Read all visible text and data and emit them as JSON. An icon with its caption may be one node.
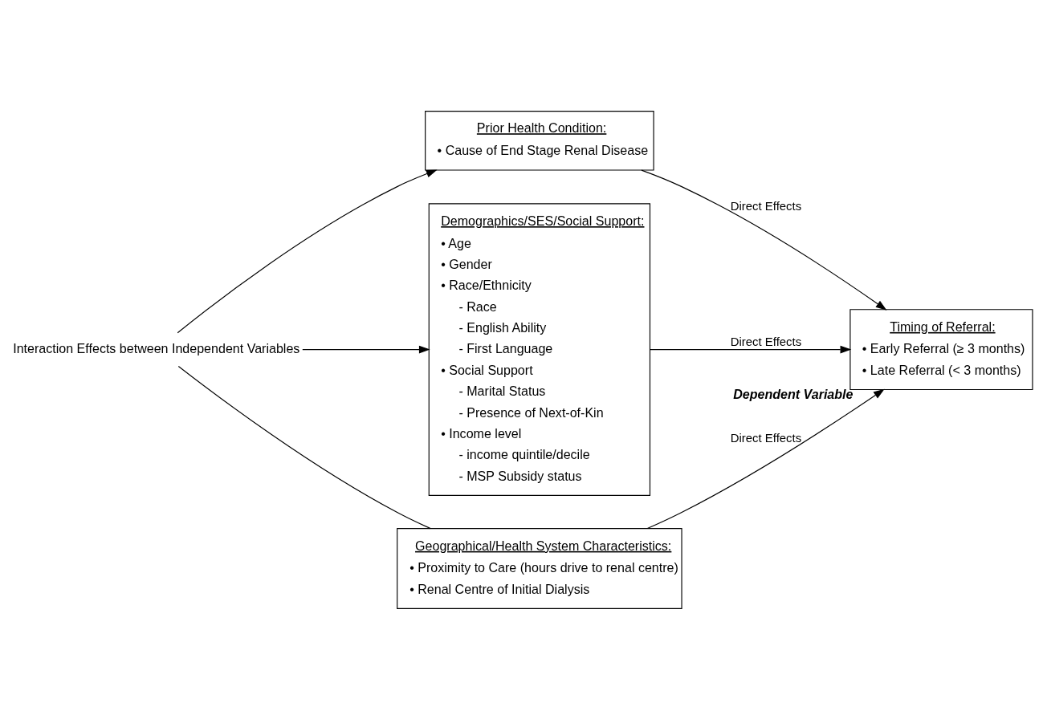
{
  "diagram": {
    "nodes": [
      {
        "text": [
          "Prior Health Condition:",
          "• Cause of End Stage Renal Disease"
        ]
      },
      {
        "text": [
          "Demographics/SES/Social Support:",
          "• Age",
          "• Gender",
          "• Race/Ethnicity",
          "- Race",
          "- English Ability",
          "- First Language",
          "• Social Support",
          "- Marital Status",
          "- Presence of Next-of-Kin",
          "• Income level",
          "- income quintile/decile",
          "- MSP Subsidy status"
        ]
      },
      {
        "text": [
          "Geographical/Health System Characteristics:",
          "• Proximity to Care (hours drive to renal centre)",
          "• Renal Centre of Initial Dialysis"
        ]
      },
      {
        "text": [
          "Timing of Referral:",
          "• Early Referral (≥ 3 months)",
          "• Late Referral (< 3 months)"
        ],
        "beside": [
          "Dependent Variable"
        ]
      },
      {
        "text": [
          "Interaction Effects between Independent Variables"
        ]
      }
    ],
    "edges": [
      {
        "from": 4,
        "to": 0,
        "arrow": "to"
      },
      {
        "from": 4,
        "to": 1,
        "arrow": "to"
      },
      {
        "from": 4,
        "to": 2,
        "arrow": "none"
      },
      {
        "from": 0,
        "to": 3,
        "arrow": "to",
        "label": "Direct Effects"
      },
      {
        "from": 1,
        "to": 3,
        "arrow": "to",
        "label": "Direct Effects"
      },
      {
        "from": 2,
        "to": 3,
        "arrow": "to",
        "label": "Direct Effects"
      }
    ]
  }
}
